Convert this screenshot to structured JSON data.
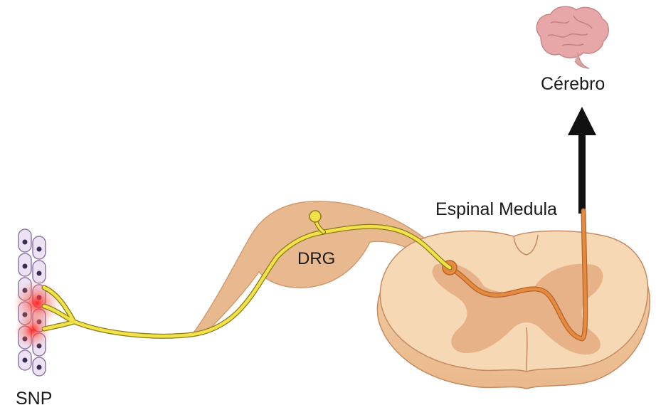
{
  "labels": {
    "brain": "Cérebro",
    "spinal_cord": "Espinal Medula",
    "drg": "DRG",
    "snp": "SNP"
  },
  "colors": {
    "sensory_neuron": "#f2e24a",
    "second_order_neuron": "#e58a3f",
    "ganglion": "#e8b98f",
    "spinal_cord_white": "#f6d8b5",
    "spinal_cord_gray": "#e7ae84",
    "brain": "#e7a6a8",
    "arrow": "#111111",
    "inflammation": "#ff2a2a"
  },
  "icons": {
    "brain": "brain-icon",
    "arrow": "upward-arrow-icon"
  }
}
